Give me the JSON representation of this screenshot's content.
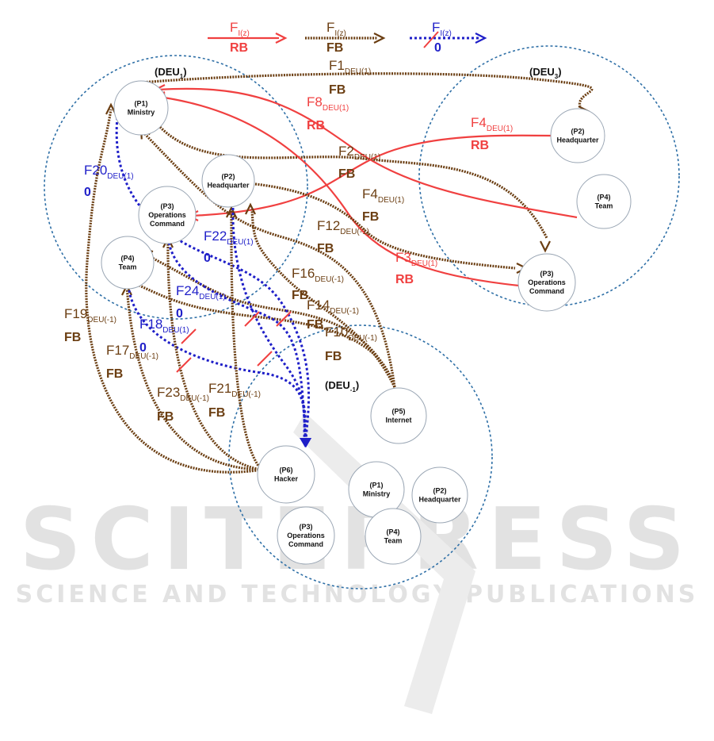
{
  "colors": {
    "rb": "#f04040",
    "fb": "#6b3e12",
    "zero": "#1f1fc8",
    "region": "#2e6fa6",
    "node": "#9aa6b4"
  },
  "watermark": {
    "title": "SCITEPRESS",
    "subtitle": "SCIENCE AND TECHNOLOGY PUBLICATIONS"
  },
  "legend": [
    {
      "type": "RB",
      "main": "F",
      "sub": "I(z)",
      "tag": "RB"
    },
    {
      "type": "FB",
      "main": "F",
      "sub": "I(z)",
      "tag": "FB"
    },
    {
      "type": "ZERO",
      "main": "F",
      "sub": "I(z)",
      "tag": "0"
    }
  ],
  "regions": [
    {
      "id": "deu1",
      "main": "(DEU",
      "sub": "1",
      "close": ")"
    },
    {
      "id": "deu3",
      "main": "(DEU",
      "sub": "3",
      "close": ")"
    },
    {
      "id": "deum1",
      "main": "(DEU",
      "sub": "-1",
      "close": ")"
    }
  ],
  "nodes": [
    {
      "id": "d1_p1",
      "lines": [
        "(P1)",
        "Ministry"
      ]
    },
    {
      "id": "d1_p2",
      "lines": [
        "(P2)",
        "Headquarter"
      ]
    },
    {
      "id": "d1_p3",
      "lines": [
        "(P3)",
        "Operations",
        "Command"
      ]
    },
    {
      "id": "d1_p4",
      "lines": [
        "(P4)",
        "Team"
      ]
    },
    {
      "id": "d3_p2",
      "lines": [
        "(P2)",
        "Headquarter"
      ]
    },
    {
      "id": "d3_p4",
      "lines": [
        "(P4)",
        "Team"
      ]
    },
    {
      "id": "d3_p3",
      "lines": [
        "(P3)",
        "Operations",
        "Command"
      ]
    },
    {
      "id": "dm_p5",
      "lines": [
        "(P5)",
        "Internet"
      ]
    },
    {
      "id": "dm_p6",
      "lines": [
        "(P6)",
        "Hacker"
      ]
    },
    {
      "id": "dm_p1",
      "lines": [
        "(P1)",
        "Ministry"
      ]
    },
    {
      "id": "dm_p2",
      "lines": [
        "(P2)",
        "Headquarter"
      ]
    },
    {
      "id": "dm_p3",
      "lines": [
        "(P3)",
        "Operations",
        "Command"
      ]
    },
    {
      "id": "dm_p4",
      "lines": [
        "(P4)",
        "Team"
      ]
    }
  ],
  "flows": [
    {
      "id": "F1",
      "type": "FB",
      "main": "F1",
      "sub": "DEU(1)",
      "tag": "FB"
    },
    {
      "id": "F2",
      "type": "FB",
      "main": "F2",
      "sub": "DEU(1)",
      "tag": "FB"
    },
    {
      "id": "F3",
      "type": "RB",
      "main": "F3",
      "sub": "DEU(1)",
      "tag": "RB"
    },
    {
      "id": "F4",
      "type": "RB",
      "main": "F4",
      "sub": "DEU(1)",
      "tag": "RB"
    },
    {
      "id": "F4b",
      "type": "FB",
      "main": "F4",
      "sub": "DEU(1)",
      "tag": "FB"
    },
    {
      "id": "F8",
      "type": "RB",
      "main": "F8",
      "sub": "DEU(1)",
      "tag": "RB"
    },
    {
      "id": "F10",
      "type": "FB",
      "main": "F10",
      "sub": "DEU(-1)",
      "tag": "FB"
    },
    {
      "id": "F12",
      "type": "FB",
      "main": "F12",
      "sub": "DEU(-1)",
      "tag": "FB"
    },
    {
      "id": "F14",
      "type": "FB",
      "main": "F14",
      "sub": "DEU(-1)",
      "tag": "FB"
    },
    {
      "id": "F16",
      "type": "FB",
      "main": "F16",
      "sub": "DEU(-1)",
      "tag": "FB"
    },
    {
      "id": "F17",
      "type": "FB",
      "main": "F17",
      "sub": "DEU(-1)",
      "tag": "FB"
    },
    {
      "id": "F18",
      "type": "ZERO",
      "main": "F18",
      "sub": "DEU(1)",
      "tag": "0"
    },
    {
      "id": "F19",
      "type": "FB",
      "main": "F19",
      "sub": "DEU(-1)",
      "tag": "FB"
    },
    {
      "id": "F20",
      "type": "ZERO",
      "main": "F20",
      "sub": "DEU(1)",
      "tag": "0"
    },
    {
      "id": "F21",
      "type": "FB",
      "main": "F21",
      "sub": "DEU(-1)",
      "tag": "FB"
    },
    {
      "id": "F22",
      "type": "ZERO",
      "main": "F22",
      "sub": "DEU(1)",
      "tag": "0"
    },
    {
      "id": "F23",
      "type": "FB",
      "main": "F23",
      "sub": "DEU(-1)",
      "tag": "FB"
    },
    {
      "id": "F24",
      "type": "ZERO",
      "main": "F24",
      "sub": "DEU(1)",
      "tag": "0"
    }
  ]
}
